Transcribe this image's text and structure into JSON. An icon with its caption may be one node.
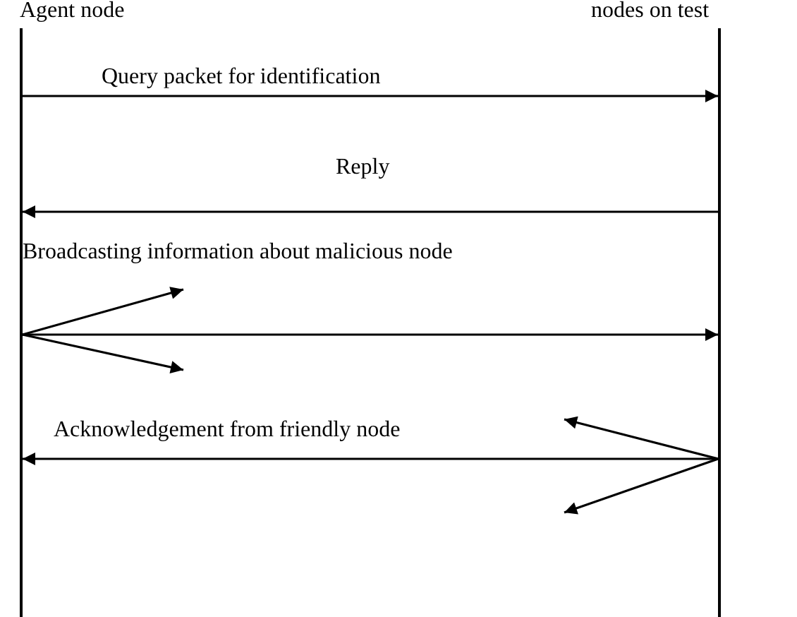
{
  "diagram": {
    "nodes": [
      {
        "text": [
          "Agent node"
        ]
      },
      {
        "text": [
          "nodes on test"
        ]
      }
    ],
    "edges": [
      {
        "from": 0,
        "to": 1,
        "arrow": "to",
        "label": "Query packet for identification"
      },
      {
        "from": 1,
        "to": 0,
        "arrow": "to",
        "label": "Reply"
      },
      {
        "from": 0,
        "to": 1,
        "arrow": "to",
        "label": "Broadcasting information about malicious node"
      },
      {
        "from": 0,
        "to": null,
        "arrow": "to"
      },
      {
        "from": 0,
        "to": null,
        "arrow": "to"
      },
      {
        "from": 1,
        "to": 0,
        "arrow": "to",
        "label": "Acknowledgement from friendly node"
      },
      {
        "from": 1,
        "to": null,
        "arrow": "to"
      },
      {
        "from": 1,
        "to": null,
        "arrow": "to"
      }
    ]
  }
}
